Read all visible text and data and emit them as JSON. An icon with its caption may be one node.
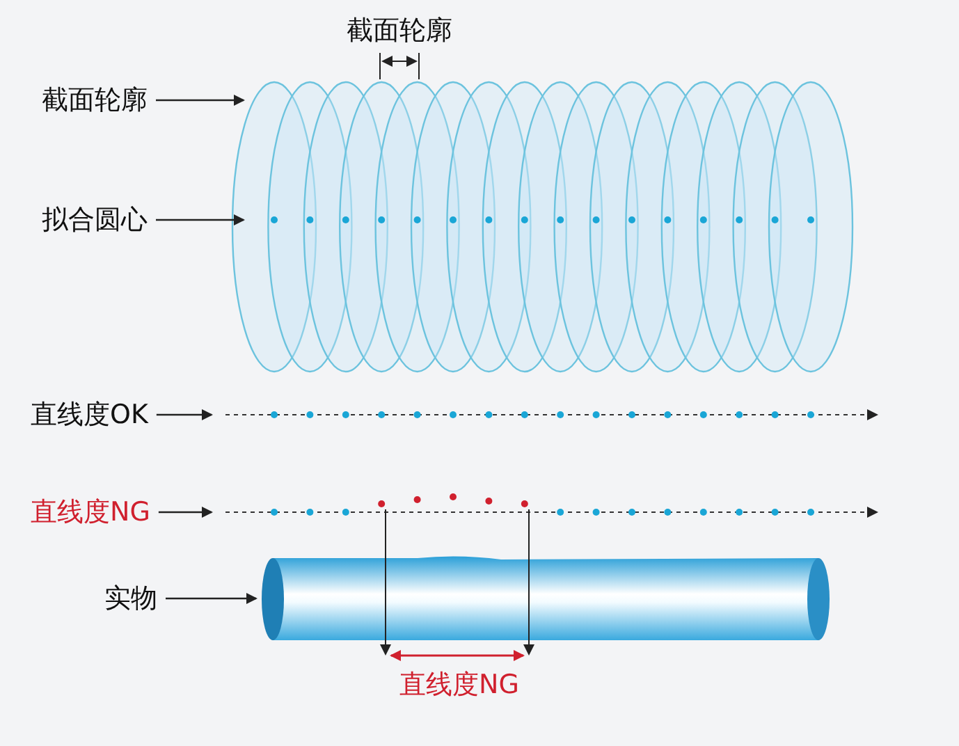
{
  "diagram": {
    "nodes": [
      {
        "text": [
          "截面轮廓"
        ]
      },
      {
        "text": [
          "拟合圆心"
        ]
      },
      {
        "text": [
          "直线度OK"
        ]
      },
      {
        "text": [
          "直线度NG"
        ]
      },
      {
        "text": [
          "实物"
        ]
      }
    ],
    "edges": [
      {
        "from": 0,
        "to": null,
        "arrow": "to"
      },
      {
        "from": 1,
        "to": null,
        "arrow": "to"
      },
      {
        "from": 2,
        "to": null,
        "arrow": "to"
      },
      {
        "from": 3,
        "to": null,
        "arrow": "to"
      },
      {
        "from": 4,
        "to": null,
        "arrow": "to"
      }
    ],
    "labels": [
      "截面轮廓",
      "直线度NG"
    ]
  }
}
